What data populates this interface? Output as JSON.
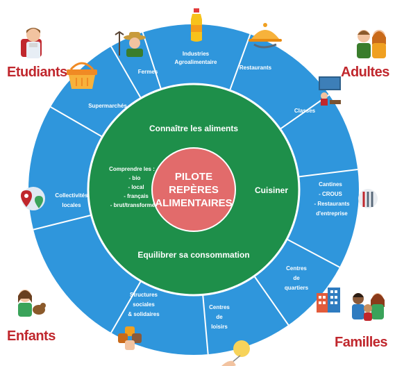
{
  "center": {
    "lines": [
      "PILOTE",
      "REPÈRES",
      "ALIMENTAIRES"
    ],
    "color": "#e26b6b"
  },
  "inner_ring": {
    "color": "#1e8f4a",
    "top": "Connaître les aliments",
    "right": "Cuisiner",
    "bottom": "Equilibrer sa consommation",
    "left": {
      "title": "Comprendre les :",
      "items": [
        "- bio",
        "- local",
        "- français",
        "- brut/transformé"
      ]
    }
  },
  "outer_ring": {
    "color": "#2f96dc",
    "divider_color": "#ffffff",
    "segments": [
      {
        "lines": [
          "Industries",
          "Agroalimentaire"
        ]
      },
      {
        "lines": [
          "Restaurants"
        ]
      },
      {
        "lines": [
          "Classes"
        ]
      },
      {
        "lines": [
          "Cantines",
          "- CROUS",
          "- Restaurants",
          "d'entreprise"
        ]
      },
      {
        "lines": [
          "Centres",
          "de",
          "quartiers"
        ]
      },
      {
        "lines": [
          "Centres",
          "de",
          "loisirs"
        ]
      },
      {
        "lines": [
          "Structures",
          "sociales",
          "& solidaires"
        ]
      },
      {
        "lines": [
          "Collectivités",
          "locales"
        ]
      },
      {
        "lines": [
          "Supermarchés"
        ]
      },
      {
        "lines": [
          "Fermes"
        ]
      }
    ]
  },
  "audiences": {
    "top_left": "Etudiants",
    "top_right": "Adultes",
    "bottom_left": "Enfants",
    "bottom_right": "Familles",
    "color": "#c0272d"
  },
  "icons": [
    {
      "name": "student-with-backpack-icon"
    },
    {
      "name": "shopping-basket-icon"
    },
    {
      "name": "farmer-icon"
    },
    {
      "name": "bottle-icon"
    },
    {
      "name": "serving-cloche-icon"
    },
    {
      "name": "adults-couple-icon"
    },
    {
      "name": "classroom-teacher-icon"
    },
    {
      "name": "cutlery-icon"
    },
    {
      "name": "map-pins-icon"
    },
    {
      "name": "buildings-icon"
    },
    {
      "name": "family-icon"
    },
    {
      "name": "child-with-dog-icon"
    },
    {
      "name": "joined-hands-icon"
    },
    {
      "name": "hand-with-balloon-icon"
    }
  ]
}
